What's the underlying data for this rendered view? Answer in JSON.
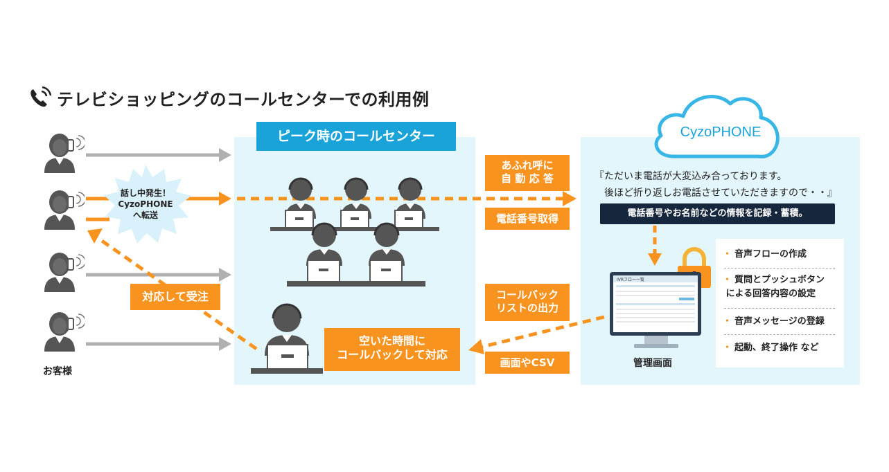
{
  "title": "テレビショッピングのコールセンターでの利用例",
  "customers_label": "お客様",
  "busy_burst": {
    "line1": "話し中発生！",
    "line2": "CyzoPHONE",
    "line3": "へ転送"
  },
  "order_label": "対応して受注",
  "peak_center_label": "ピーク時のコールセンター",
  "callback_label": {
    "line1": "空いた時間に",
    "line2": "コールバックして対応"
  },
  "overflow_label": {
    "line1": "あふれ呼に",
    "line2": "自 動 応 答"
  },
  "phone_number_label": "電話番号取得",
  "callback_list_label": {
    "line1": "コールバック",
    "line2": "リストの出力"
  },
  "screen_csv_label": "画面やCSV",
  "cloud_label": "CyzoPHONE",
  "quote": "『ただいま電話が大変込み合っております。\n　後ほど折り返しお電話させていただきますので・・』",
  "record_label": "電話番号やお名前などの情報を記録・蓄積。",
  "admin_label": "管理画面",
  "monitor_title": "IVRフロー一覧",
  "features": [
    {
      "text": "音声フローの作成"
    },
    {
      "text": "質問とプッシュボタン\n による回答内容の設定"
    },
    {
      "text": "音声メッセージの登録"
    },
    {
      "text": "起動、終了操作 など"
    }
  ],
  "colors": {
    "orange": "#f7931e",
    "blue": "#1aa3d8",
    "navy": "#15263d",
    "panel": "#e3f6fc",
    "gray": "#9e9e9e",
    "figure": "#555555"
  }
}
